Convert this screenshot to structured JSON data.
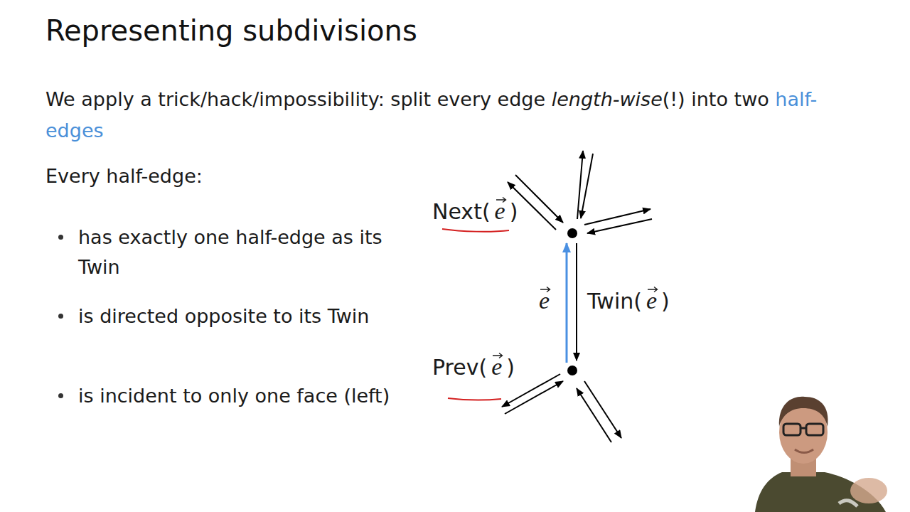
{
  "diagram": {
    "title": "Representing subdivisions",
    "labels": [
      "We apply a trick/hack/impossibility: split every edge",
      "length-wise",
      "(!) into two",
      "half-edges",
      "Every half-edge:",
      "has exactly one half-edge as its Twin",
      "is directed opposite to its Twin",
      "is incident to only one face (left)",
      "Next(",
      "e",
      ")",
      "e",
      "Twin(",
      "e",
      ")",
      "Prev(",
      "e",
      ")"
    ]
  }
}
